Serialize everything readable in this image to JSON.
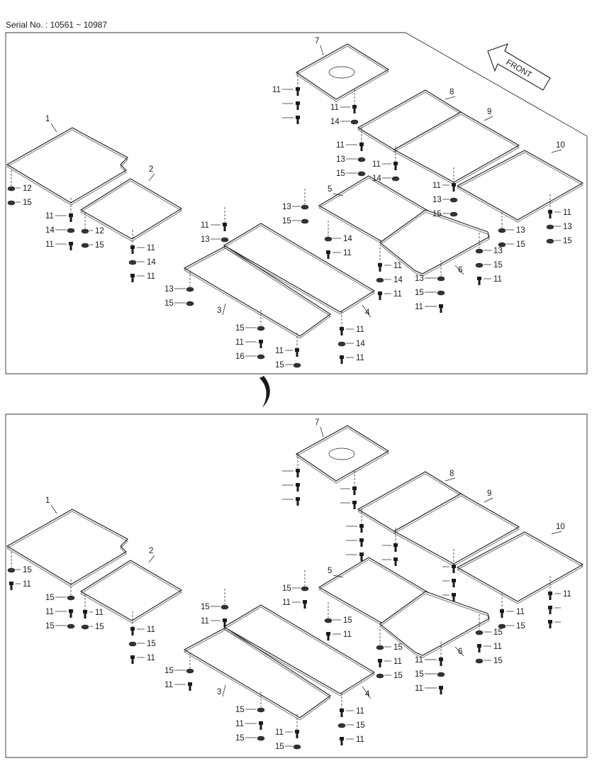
{
  "header": {
    "serial": "Serial No. : 10561 ~ 10987"
  },
  "front_label": "FRONT",
  "panels": [
    {
      "id": "top",
      "plate_numbers": [
        "1",
        "2",
        "3",
        "4",
        "5",
        "6",
        "7",
        "8",
        "9",
        "10"
      ],
      "callouts": [
        {
          "n": "12",
          "t": "washer"
        },
        {
          "n": "15",
          "t": "washer"
        },
        {
          "n": "11",
          "t": "bolt"
        },
        {
          "n": "14",
          "t": "washer"
        },
        {
          "n": "11",
          "t": "bolt"
        },
        {
          "n": "12",
          "t": "washer"
        },
        {
          "n": "15",
          "t": "washer"
        },
        {
          "n": "11",
          "t": "bolt"
        },
        {
          "n": "14",
          "t": "washer"
        },
        {
          "n": "11",
          "t": "bolt"
        },
        {
          "n": "13",
          "t": "washer"
        },
        {
          "n": "15",
          "t": "washer"
        },
        {
          "n": "11",
          "t": "bolt"
        },
        {
          "n": "13",
          "t": "washer"
        },
        {
          "n": "15",
          "t": "washer"
        },
        {
          "n": "11",
          "t": "bolt"
        },
        {
          "n": "16",
          "t": "washer"
        },
        {
          "n": "11",
          "t": "bolt"
        },
        {
          "n": "15",
          "t": "washer"
        },
        {
          "n": "11",
          "t": "bolt"
        },
        {
          "n": "14",
          "t": "washer"
        },
        {
          "n": "11",
          "t": "bolt"
        },
        {
          "n": "14",
          "t": "washer"
        },
        {
          "n": "11",
          "t": "bolt"
        },
        {
          "n": "13",
          "t": "washer"
        },
        {
          "n": "15",
          "t": "washer"
        },
        {
          "n": "11",
          "t": "bolt"
        },
        {
          "n": "14",
          "t": "washer"
        },
        {
          "n": "11",
          "t": "bolt"
        },
        {
          "n": "13",
          "t": "washer"
        },
        {
          "n": "15",
          "t": "washer"
        },
        {
          "n": "11",
          "t": "bolt"
        },
        {
          "n": "13",
          "t": "washer"
        },
        {
          "n": "15",
          "t": "washer"
        },
        {
          "n": "11",
          "t": "bolt"
        },
        {
          "n": "13",
          "t": "washer"
        },
        {
          "n": "15",
          "t": "washer"
        },
        {
          "n": "11",
          "t": "bolt"
        },
        {
          "n": "13",
          "t": "washer"
        },
        {
          "n": "15",
          "t": "washer"
        },
        {
          "n": "11",
          "t": "bolt"
        },
        {
          "n": "13",
          "t": "washer"
        },
        {
          "n": "15",
          "t": "washer"
        },
        {
          "n": "11",
          "t": "bolt"
        },
        {
          "n": "14",
          "t": "washer"
        },
        {
          "n": "11",
          "t": "bolt"
        },
        {
          "n": "13",
          "t": "washer"
        },
        {
          "n": "15",
          "t": "washer"
        },
        {
          "n": "11",
          "t": "bolt"
        },
        {
          "n": "14",
          "t": "washer"
        },
        {
          "n": "11",
          "t": "bolt"
        }
      ]
    },
    {
      "id": "bottom",
      "plate_numbers": [
        "1",
        "2",
        "3",
        "4",
        "5",
        "6",
        "7",
        "8",
        "9",
        "10"
      ],
      "callouts": [
        {
          "n": "15",
          "t": "washer"
        },
        {
          "n": "11",
          "t": "bolt"
        },
        {
          "n": "15",
          "t": "washer"
        },
        {
          "n": "11",
          "t": "bolt"
        },
        {
          "n": "15",
          "t": "washer"
        },
        {
          "n": "11",
          "t": "bolt"
        },
        {
          "n": "15",
          "t": "washer"
        },
        {
          "n": "11",
          "t": "bolt"
        },
        {
          "n": "15",
          "t": "washer"
        },
        {
          "n": "11",
          "t": "bolt"
        },
        {
          "n": "15",
          "t": "washer"
        },
        {
          "n": "11",
          "t": "bolt"
        },
        {
          "n": "15",
          "t": "washer"
        },
        {
          "n": "11",
          "t": "bolt"
        },
        {
          "n": "15",
          "t": "washer"
        },
        {
          "n": "11",
          "t": "bolt"
        },
        {
          "n": "15",
          "t": "washer"
        },
        {
          "n": "11",
          "t": "bolt"
        },
        {
          "n": "15",
          "t": "washer"
        },
        {
          "n": "11",
          "t": "bolt"
        },
        {
          "n": "15",
          "t": "washer"
        },
        {
          "n": "11",
          "t": "bolt"
        },
        {
          "n": "15",
          "t": "washer"
        },
        {
          "n": "11",
          "t": "bolt"
        },
        {
          "n": "15",
          "t": "washer"
        },
        {
          "n": "11",
          "t": "bolt"
        },
        {
          "n": "15",
          "t": "washer"
        },
        {
          "n": "11",
          "t": "bolt"
        },
        {
          "n": "15",
          "t": "washer"
        },
        {
          "n": "11",
          "t": "bolt"
        },
        {
          "n": "15",
          "t": "washer"
        },
        {
          "n": "11",
          "t": "bolt"
        },
        {
          "n": "15",
          "t": "washer"
        },
        {
          "n": "11",
          "t": "bolt"
        },
        {
          "n": "15",
          "t": "washer"
        },
        {
          "n": "11",
          "t": "bolt"
        },
        {
          "n": "15",
          "t": "washer"
        },
        {
          "n": "11",
          "t": "bolt"
        }
      ]
    }
  ]
}
